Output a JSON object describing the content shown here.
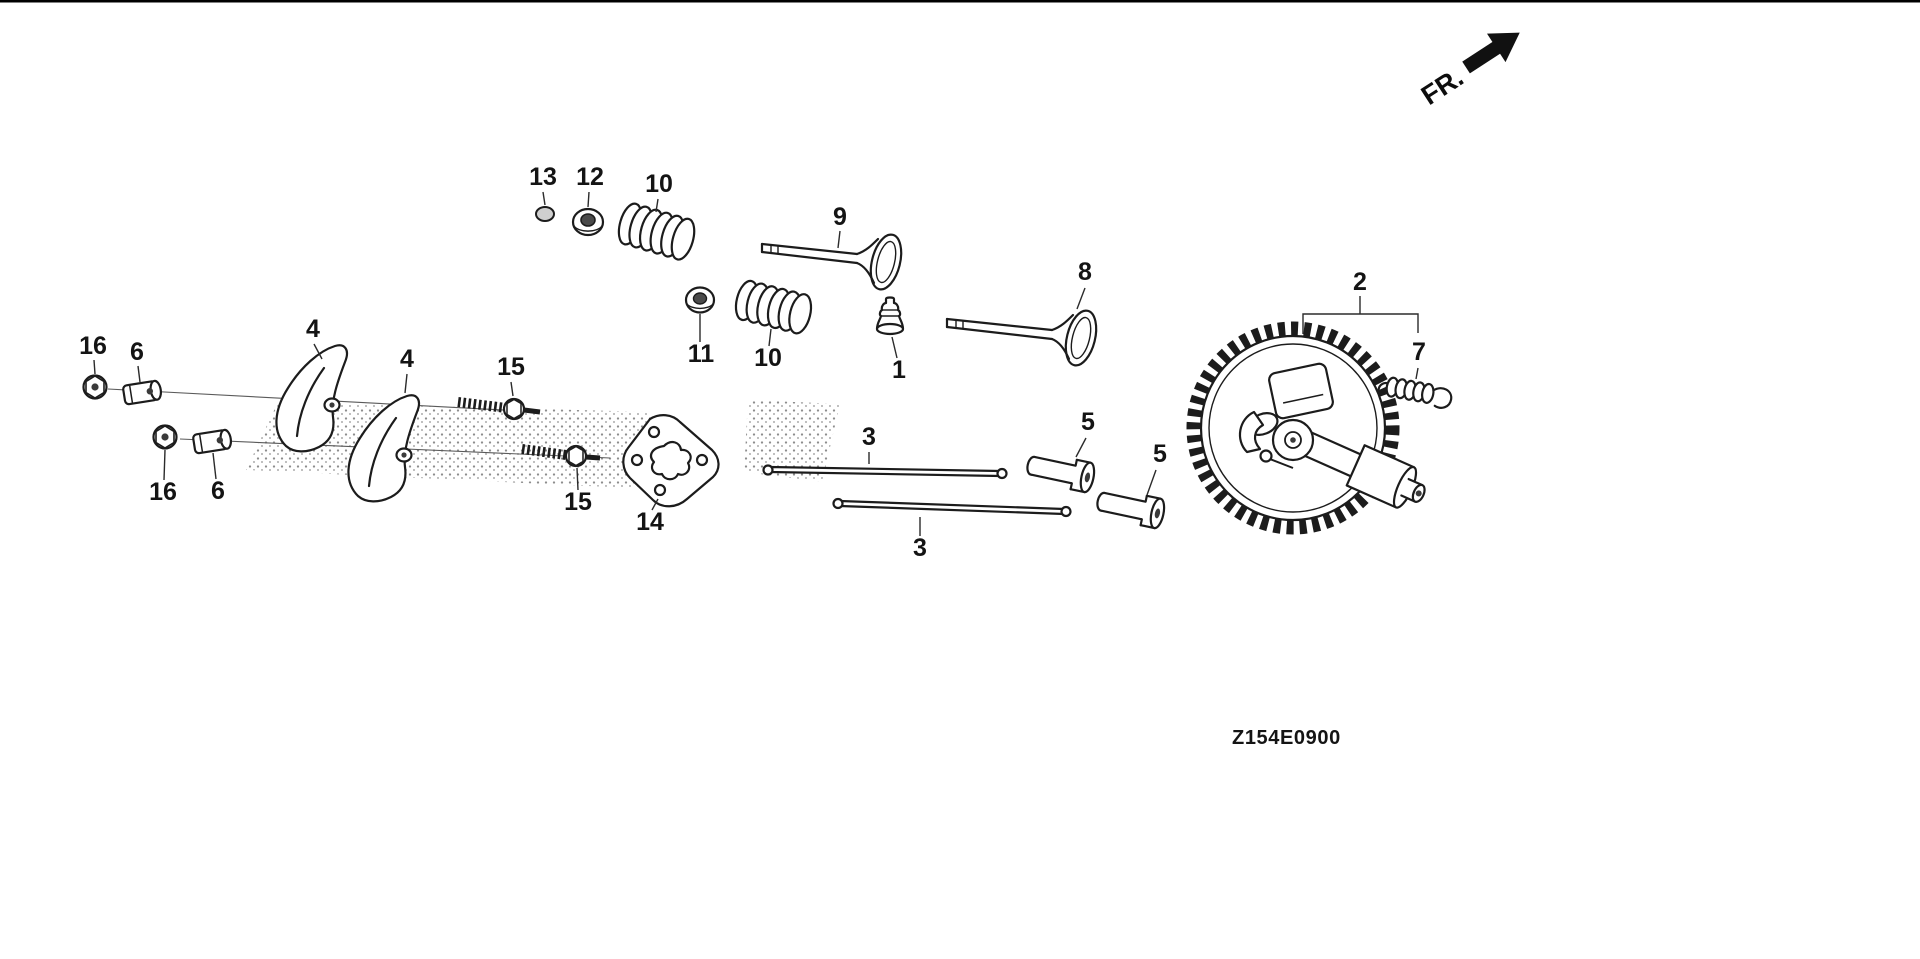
{
  "page": {
    "background_color": "#ffffff",
    "line_color": "#1c1c1c"
  },
  "annotations": {
    "front_label": "FR.",
    "diagram_code": "Z154E0900"
  },
  "callouts": [
    {
      "label": "13"
    },
    {
      "label": "12"
    },
    {
      "label": "10"
    },
    {
      "label": "9"
    },
    {
      "label": "8"
    },
    {
      "label": "2"
    },
    {
      "label": "7"
    },
    {
      "label": "16"
    },
    {
      "label": "6"
    },
    {
      "label": "4"
    },
    {
      "label": "4"
    },
    {
      "label": "15"
    },
    {
      "label": "11"
    },
    {
      "label": "10"
    },
    {
      "label": "1"
    },
    {
      "label": "3"
    },
    {
      "label": "5"
    },
    {
      "label": "5"
    },
    {
      "label": "16"
    },
    {
      "label": "6"
    },
    {
      "label": "15"
    },
    {
      "label": "14"
    },
    {
      "label": "3"
    }
  ]
}
